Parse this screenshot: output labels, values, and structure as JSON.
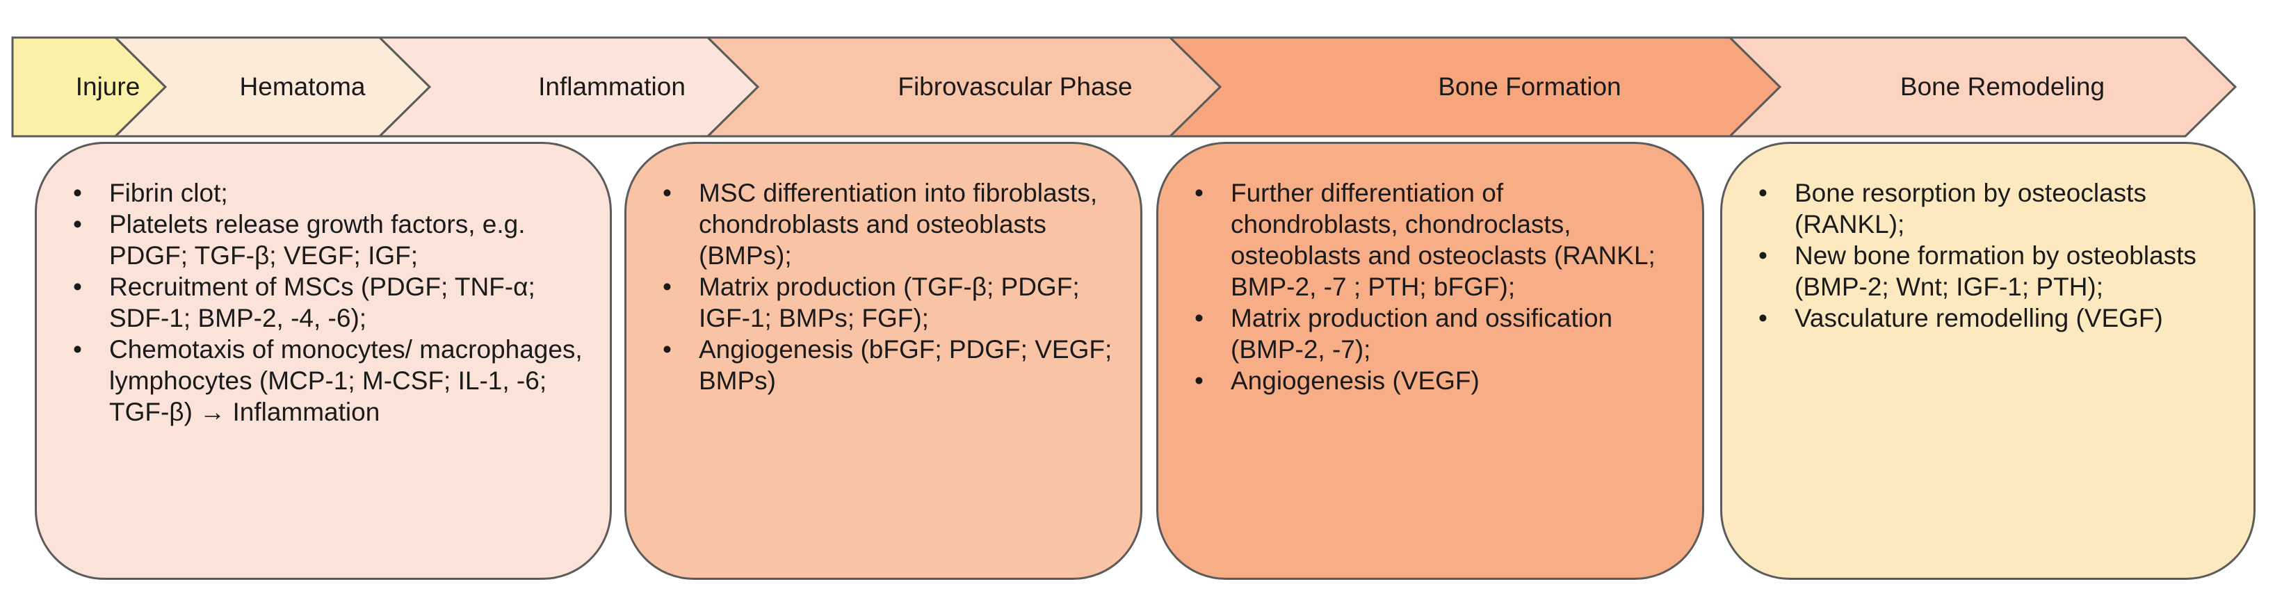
{
  "stages": [
    {
      "label": "Injure",
      "color": "#faf0a8"
    },
    {
      "label": "Hematoma",
      "color": "#fcebd8"
    },
    {
      "label": "Inflammation",
      "color": "#fce4da"
    },
    {
      "label": "Fibrovascular Phase",
      "color": "#f9c5a8"
    },
    {
      "label": "Bone Formation",
      "color": "#f6a57c"
    },
    {
      "label": "Bone Remodeling",
      "color": "#fbd3c0"
    }
  ],
  "boxes": [
    {
      "items": [
        "Fibrin clot;",
        "Platelets release growth factors, e.g. PDGF; TGF-β; VEGF; IGF;",
        "Recruitment of MSCs (PDGF; TNF-α; SDF-1; BMP-2, -4, -6);",
        "Chemotaxis of monocytes/ macrophages, lymphocytes (MCP-1; M-CSF; IL-1, -6; TGF-β) → Inflammation"
      ]
    },
    {
      "items": [
        "MSC differentiation into fibroblasts, chondroblasts and osteoblasts (BMPs);",
        "Matrix production (TGF-β; PDGF; IGF-1; BMPs; FGF);",
        "Angiogenesis (bFGF; PDGF; VEGF; BMPs)"
      ]
    },
    {
      "items": [
        "Further differentiation of chondroblasts, chondroclasts, osteoblasts and osteoclasts (RANKL; BMP-2, -7 ; PTH; bFGF);",
        "Matrix production and ossification (BMP-2, -7);",
        "Angiogenesis (VEGF)"
      ]
    },
    {
      "items": [
        "Bone resorption by osteoclasts (RANKL);",
        "New bone formation by osteoblasts (BMP-2; Wnt; IGF-1; PTH);",
        "Vasculature remodelling (VEGF)"
      ]
    }
  ]
}
